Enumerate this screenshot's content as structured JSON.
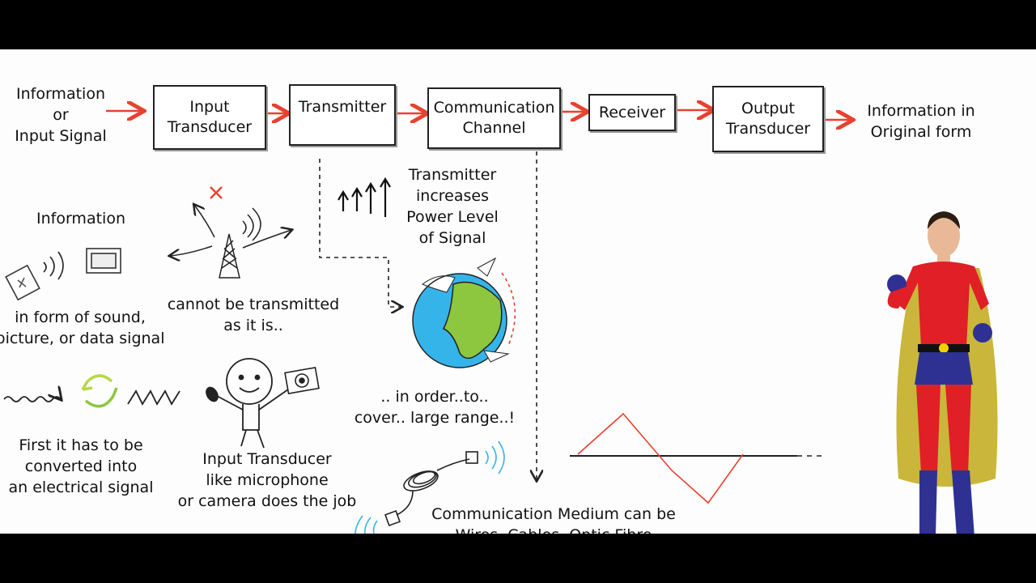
{
  "flow": {
    "input_label": [
      "Information",
      "or",
      "Input Signal"
    ],
    "boxes": [
      {
        "label": [
          "Input",
          "Transducer"
        ]
      },
      {
        "label": [
          "Transmitter"
        ]
      },
      {
        "label": [
          "Communication",
          "Channel"
        ]
      },
      {
        "label": [
          "Receiver"
        ]
      },
      {
        "label": [
          "Output",
          "Transducer"
        ]
      }
    ],
    "output_label": [
      "Information in",
      "Original form"
    ]
  },
  "notes": {
    "information_title": "Information",
    "information_caption": [
      "in form of sound,",
      "picture, or data signal"
    ],
    "cannot_transmit": [
      "cannot be transmitted",
      "as it is.."
    ],
    "transmitter_note": [
      "Transmitter",
      "increases",
      "Power Level",
      "of Signal"
    ],
    "range_note": [
      ".. in order..to..",
      "cover.. large range..!"
    ],
    "converted_note": [
      "First it has to be",
      "converted into",
      "an electrical signal"
    ],
    "input_transducer_note": [
      "Input Transducer",
      "like microphone",
      "or camera does the job"
    ],
    "medium_note": [
      "Communication Medium can be",
      "Wires, Cables, Optic Fibre"
    ]
  },
  "colors": {
    "arrow": "#e8412f",
    "wave": "#e8412f",
    "earth_water": "#35b4ea",
    "earth_land": "#8dc63f",
    "hero_suit": "#e01f26",
    "hero_blue": "#2e3192",
    "hero_cape": "#c9b63a"
  },
  "icons": [
    "red-arrow-icon",
    "antenna-tower-icon",
    "phone-icon",
    "monitor-icon",
    "earth-globe-icon",
    "stick-figure-icon",
    "camera-icon",
    "microphone-icon",
    "cycle-arrows-icon",
    "cable-coil-icon",
    "superhero-presenter-icon"
  ]
}
